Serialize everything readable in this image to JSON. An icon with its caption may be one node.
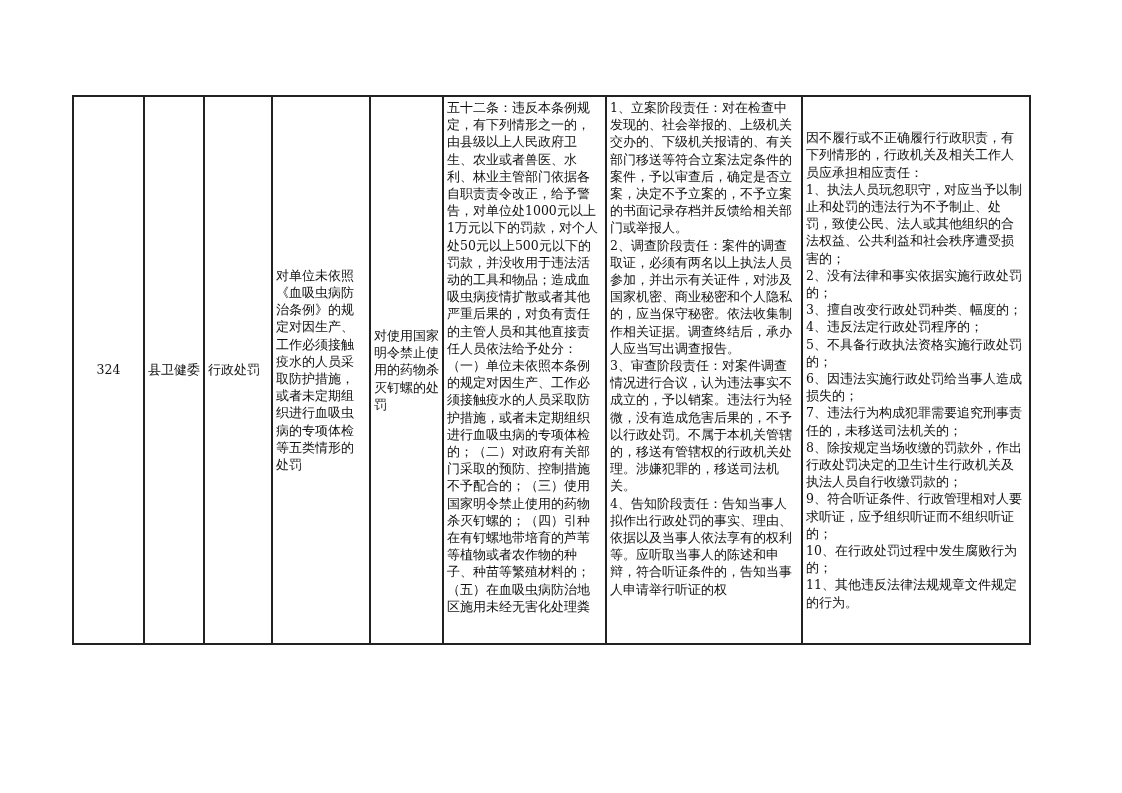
{
  "diagram": {
    "labels": [
      "324",
      "县卫健委",
      "行政处罚",
      "对单位未依照《血吸虫病防治条例》的规定对因生产、工作必须接触疫水的人员采取防护措施，或者未定期组织进行血吸虫病的专项体检等五类情形的处罚",
      "对使用国家明令禁止使用的药物杀灭钉螺的处罚",
      "五十二条：违反本条例规定，有下列情形之一的，由县级以上人民政府卫生、农业或者兽医、水利、林业主管部门依据各自职责责令改正，给予警告，对单位处1000元以上1万元以下的罚款，对个人处50元以上500元以下的罚款，并没收用于违法活动的工具和物品；造成血吸虫病疫情扩散或者其他严重后果的，对负有责任的主管人员和其他直接责任人员依法给予处分：",
      "（一）单位未依照本条例的规定对因生产、工作必须接触疫水的人员采取防护措施，或者未定期组织进行血吸虫病的专项体检的；（二）对政府有关部门采取的预防、控制措施不予配合的；（三）使用国家明令禁止使用的药物杀灭钉螺的；（四）引种在有钉螺地带培育的芦苇等植物或者农作物的种子、种苗等繁殖材料的；（五）在血吸虫病防治地区施用未经无害化处理粪",
      "1、立案阶段责任：对在检查中发现的、社会举报的、上级机关交办的、下级机关报请的、有关部门移送等符合立案法定条件的案件，予以审查后，确定是否立案，决定不予立案的，不予立案的书面记录存档并反馈给相关部门或举报人。",
      "2、调查阶段责任：案件的调查取证，必须有两名以上执法人员参加，并出示有关证件，对涉及国家机密、商业秘密和个人隐私的，应当保守秘密。依法收集制作相关证据。调查终结后，承办人应当写出调查报告。",
      "3、审查阶段责任：对案件调查情况进行合议，认为违法事实不成立的，予以销案。违法行为轻微，没有造成危害后果的，不予以行政处罚。不属于本机关管辖的，移送有管辖权的行政机关处理。涉嫌犯罪的，移送司法机关。",
      "4、告知阶段责任：告知当事人拟作出行政处罚的事实、理由、依据以及当事人依法享有的权利等。应听取当事人的陈述和申辩，符合听证条件的，告知当事人申请举行听证的权",
      "因不履行或不正确履行行政职责，有下列情形的，行政机关及相关工作人员应承担相应责任：",
      "1、执法人员玩忽职守，对应当予以制止和处罚的违法行为不予制止、处罚，致使公民、法人或其他组织的合法权益、公共利益和社会秩序遭受损害的；",
      "2、没有法律和事实依据实施行政处罚的；",
      "3、擅自改变行政处罚种类、幅度的；",
      "4、违反法定行政处罚程序的；",
      "5、不具备行政执法资格实施行政处罚的；",
      "6、因违法实施行政处罚给当事人造成损失的；",
      "7、违法行为构成犯罪需要追究刑事责任的，未移送司法机关的；",
      "8、除按规定当场收缴的罚款外，作出行政处罚决定的卫生计生行政机关及执法人员自行收缴罚款的；",
      "9、符合听证条件、行政管理相对人要求听证，应予组织听证而不组织听证的；",
      "10、在行政处罚过程中发生腐败行为的；",
      "11、其他违反法律法规规章文件规定的行为。"
    ]
  }
}
